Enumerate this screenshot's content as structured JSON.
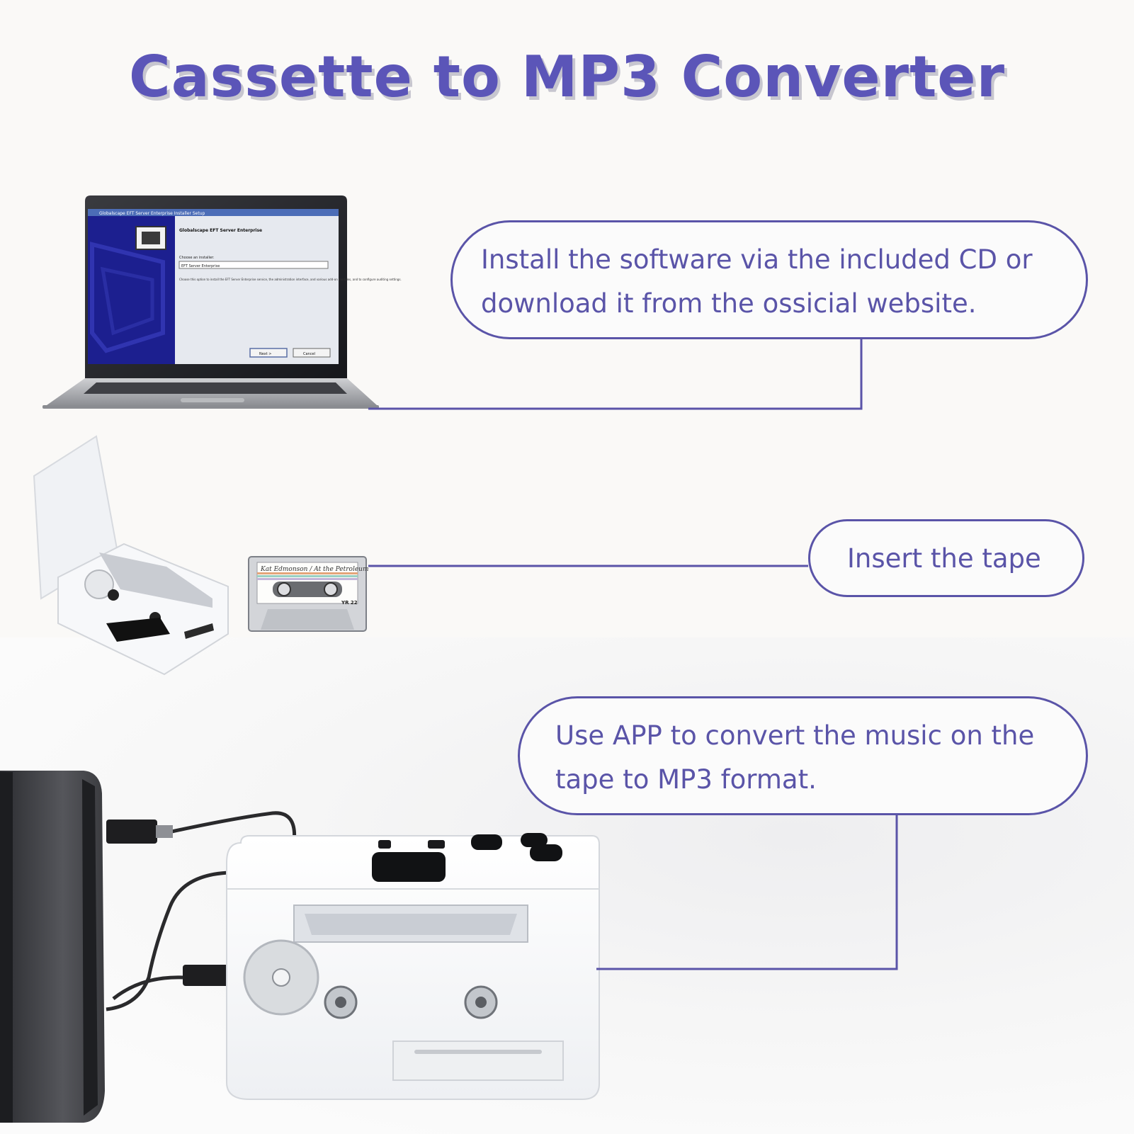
{
  "title": "Cassette to MP3 Converter",
  "steps": [
    {
      "text": "Install the software via the included CD or download it from the ossicial website."
    },
    {
      "text": "Insert the tape"
    },
    {
      "text": "Use APP to convert the music on the tape to MP3 format."
    }
  ],
  "installer": {
    "window_title": "Globalscape EFT Server Enterprise Installer Setup",
    "heading": "Globalscape EFT Server Enterprise",
    "choose_label": "Choose an installer:",
    "selected_option": "EFT Server Enterprise",
    "description": "Choose this option to install the EFT Server Enterprise service, the administration interface, and various add-on modules, and to configure auditing settings.",
    "next_label": "Next >",
    "cancel_label": "Cancel"
  },
  "cassette_label": {
    "handwriting": "Kat Edmonson / At the Petroleum",
    "tag": "YR 22"
  },
  "colors": {
    "accent": "#5a54a8",
    "title": "#5b55b8",
    "title_shadow": "#c7c6cf",
    "installer_blue": "#1c1f8f"
  }
}
